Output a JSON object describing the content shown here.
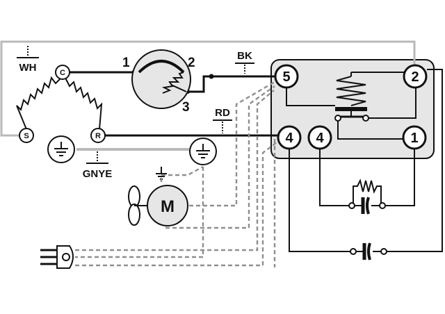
{
  "wire_labels": {
    "white": "WH",
    "black": "BK",
    "red": "RD",
    "ground": "GNYE"
  },
  "compressor_terminals": {
    "common": "C",
    "start": "S",
    "run": "R"
  },
  "overload_terminals": {
    "t1": "1",
    "t2": "2",
    "t3": "3"
  },
  "relay_terminals": {
    "t5": "5",
    "t2": "2",
    "t4a": "4",
    "t4b": "4",
    "t1": "1"
  },
  "motor": {
    "label": "M"
  },
  "colors": {
    "relay_box": "#e6e6e6",
    "wire_black": "#111111",
    "wire_gray": "#b9b9b9",
    "wire_dashed": "#8f8f8f"
  }
}
